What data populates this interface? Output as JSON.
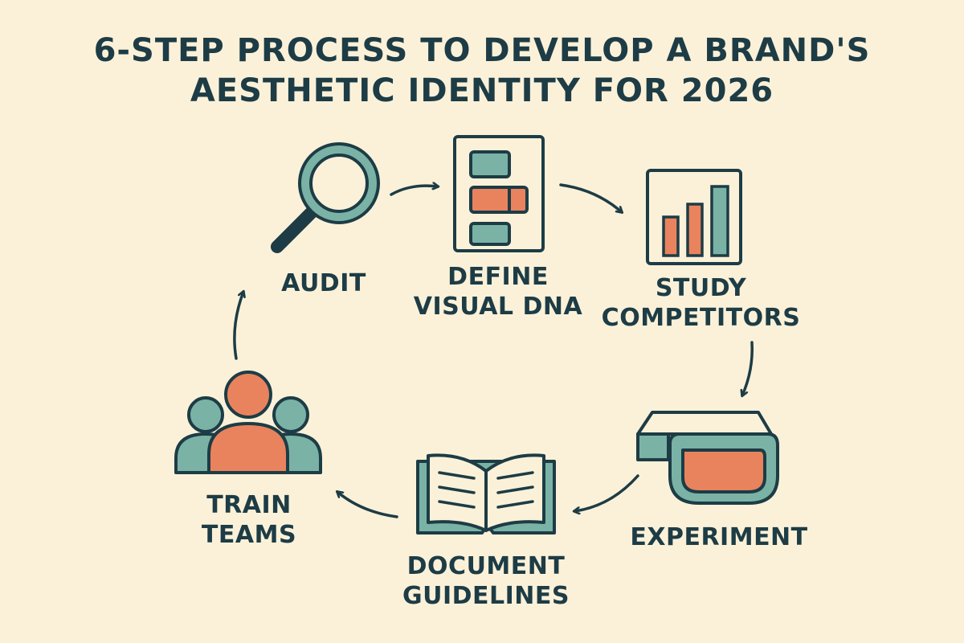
{
  "title": {
    "line1": "6-STEP PROCESS TO DEVELOP A BRAND'S",
    "line2": "AESTHETIC IDENTITY FOR 2026"
  },
  "colors": {
    "background": "#fbf1d9",
    "ink": "#1d3c45",
    "teal": "#7ab3a6",
    "coral": "#e9835e"
  },
  "steps": [
    {
      "icon": "magnifying-glass-icon",
      "lines": [
        "AUDIT"
      ]
    },
    {
      "icon": "document-blocks-icon",
      "lines": [
        "DEFINE",
        "VISUAL DNA"
      ]
    },
    {
      "icon": "bar-chart-icon",
      "lines": [
        "STUDY",
        "COMPETITORS"
      ]
    },
    {
      "icon": "vr-headset-icon",
      "lines": [
        "EXPERIMENT"
      ]
    },
    {
      "icon": "open-book-icon",
      "lines": [
        "DOCUMENT",
        "GUIDELINES"
      ]
    },
    {
      "icon": "people-group-icon",
      "lines": [
        "TRAIN",
        "TEAMS"
      ]
    }
  ]
}
